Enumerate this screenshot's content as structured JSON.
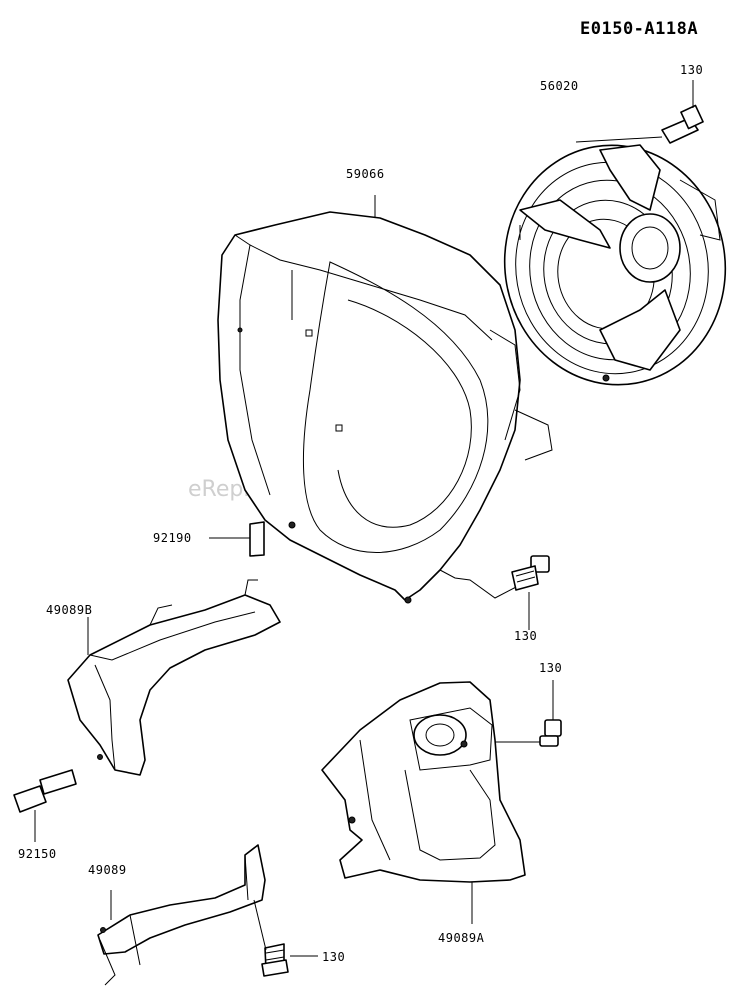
{
  "diagram_code": "E0150-A118A",
  "watermark": "eReplacementParts.com",
  "parts": {
    "recoil_cover": "56020",
    "bolt_top": "130",
    "fan_housing": "59066",
    "bolt_mid": "130",
    "spacer": "92190",
    "cover_b": "49089B",
    "stud": "92150",
    "bolt_right": "130",
    "cover_a": "49089A",
    "bracket": "49089",
    "bolt_bottom": "130"
  }
}
